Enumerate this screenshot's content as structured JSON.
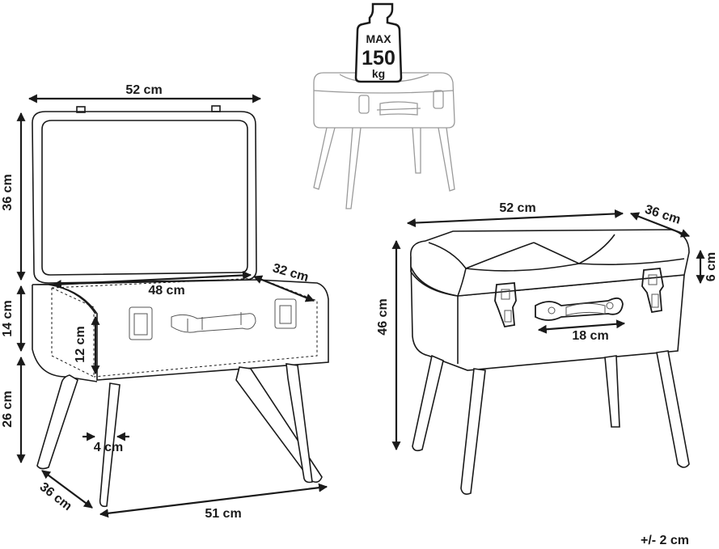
{
  "weight_badge": {
    "line1": "MAX",
    "line2": "150",
    "line3": "kg"
  },
  "open_view": {
    "lid_width": "52 cm",
    "lid_height": "36 cm",
    "box_height": "14 cm",
    "leg_height": "26 cm",
    "inner_length": "48 cm",
    "inner_depth": "32 cm",
    "inner_height": "12 cm",
    "leg_width": "4 cm",
    "depth": "36 cm",
    "bottom_length": "51 cm"
  },
  "closed_view": {
    "top_length": "52 cm",
    "top_depth": "36 cm",
    "cushion_height": "6 cm",
    "total_height": "46 cm",
    "handle_width": "18 cm"
  },
  "tolerance": "+/- 2 cm"
}
